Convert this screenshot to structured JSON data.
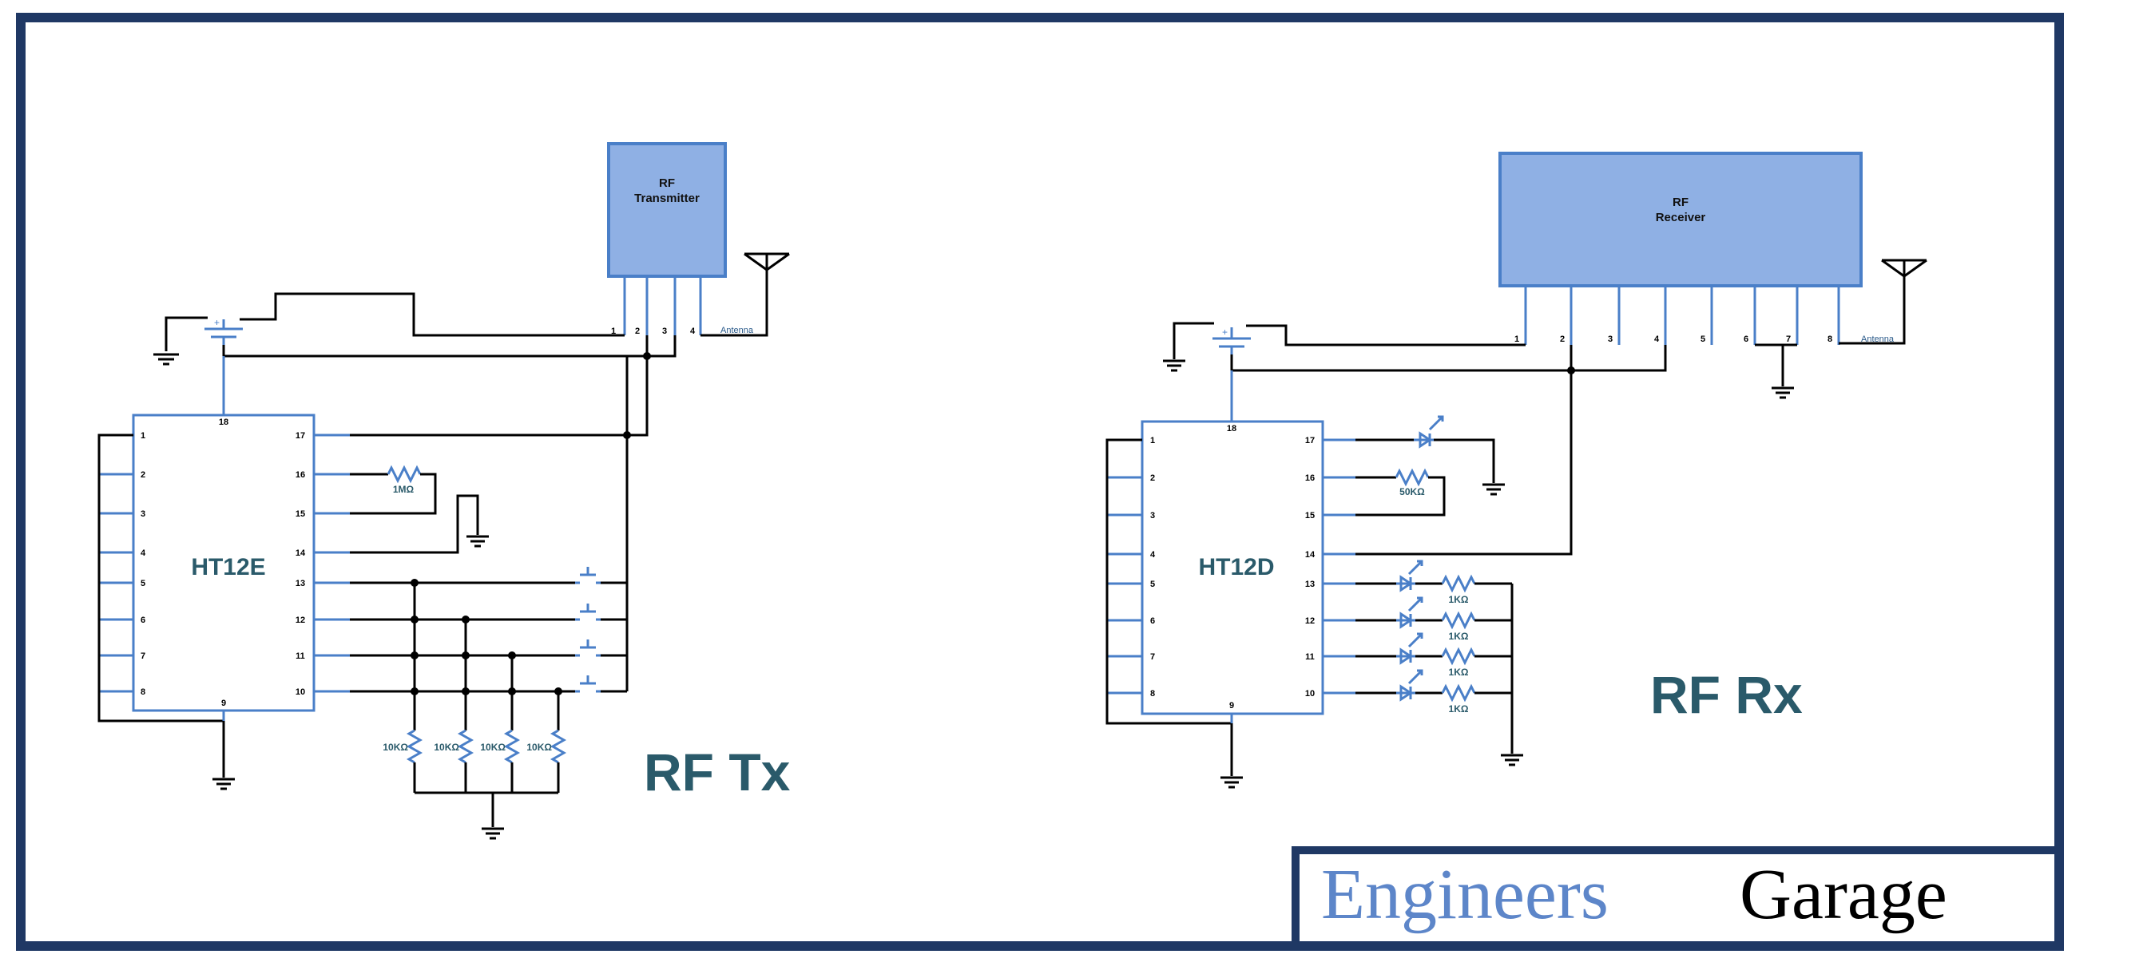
{
  "tx": {
    "chip_label": "HT12E",
    "section_label": "RF Tx",
    "module_line1": "RF",
    "module_line2": "Transmitter",
    "antenna_label": "Antenna",
    "module_pins": [
      "1",
      "2",
      "3",
      "4"
    ],
    "left_pins": [
      "1",
      "2",
      "3",
      "4",
      "5",
      "6",
      "7",
      "8"
    ],
    "right_pins": [
      "17",
      "16",
      "15",
      "14",
      "13",
      "12",
      "11",
      "10"
    ],
    "top_pin": "18",
    "bottom_pin": "9",
    "r_osc": "1MΩ",
    "r_pulldown": [
      "10KΩ",
      "10KΩ",
      "10KΩ",
      "10KΩ"
    ]
  },
  "rx": {
    "chip_label": "HT12D",
    "section_label": "RF Rx",
    "module_line1": "RF",
    "module_line2": "Receiver",
    "antenna_label": "Antenna",
    "module_pins": [
      "1",
      "2",
      "3",
      "4",
      "5",
      "6",
      "7",
      "8"
    ],
    "left_pins": [
      "1",
      "2",
      "3",
      "4",
      "5",
      "6",
      "7",
      "8"
    ],
    "right_pins": [
      "17",
      "16",
      "15",
      "14",
      "13",
      "12",
      "11",
      "10"
    ],
    "top_pin": "18",
    "bottom_pin": "9",
    "r_osc": "50KΩ",
    "r_led": [
      "1KΩ",
      "1KΩ",
      "1KΩ",
      "1KΩ"
    ]
  },
  "logo": {
    "part1": "Engineers",
    "part2": "Garage"
  },
  "colors": {
    "frame": "#1f3864",
    "module_fill": "#8fb0e4",
    "accent_blue": "#4a7fc8",
    "label_teal": "#2a5a6a"
  }
}
